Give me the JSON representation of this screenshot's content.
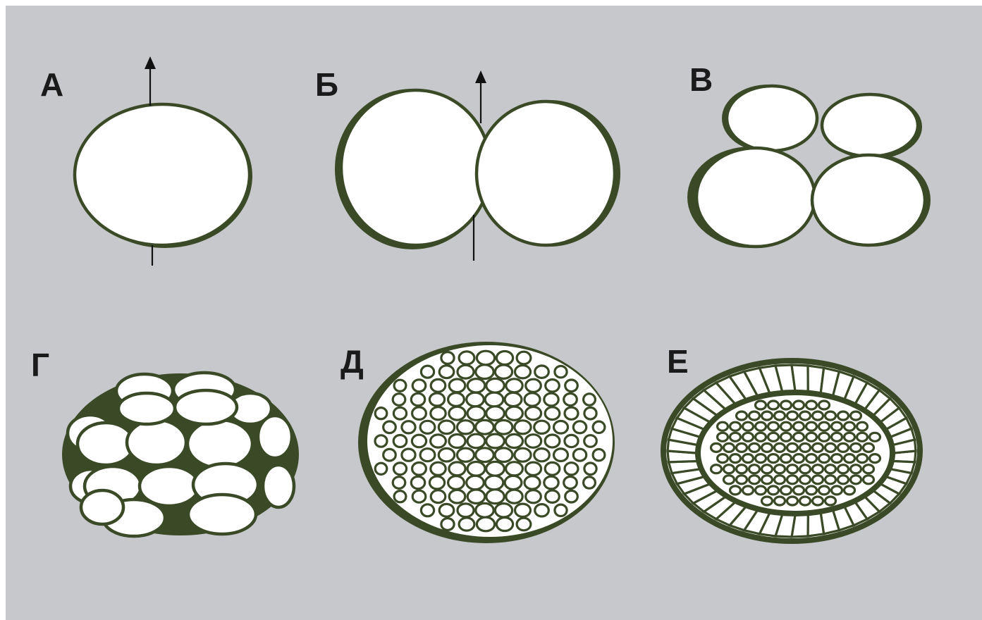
{
  "labels": {
    "a": "А",
    "b": "Б",
    "v": "В",
    "g": "Г",
    "d": "Д",
    "e": "Е"
  },
  "colors": {
    "background": "#c7c8cb",
    "outline": "#3b4a26",
    "cell_fill": "#ffffff",
    "label": "#1a1a1a"
  }
}
